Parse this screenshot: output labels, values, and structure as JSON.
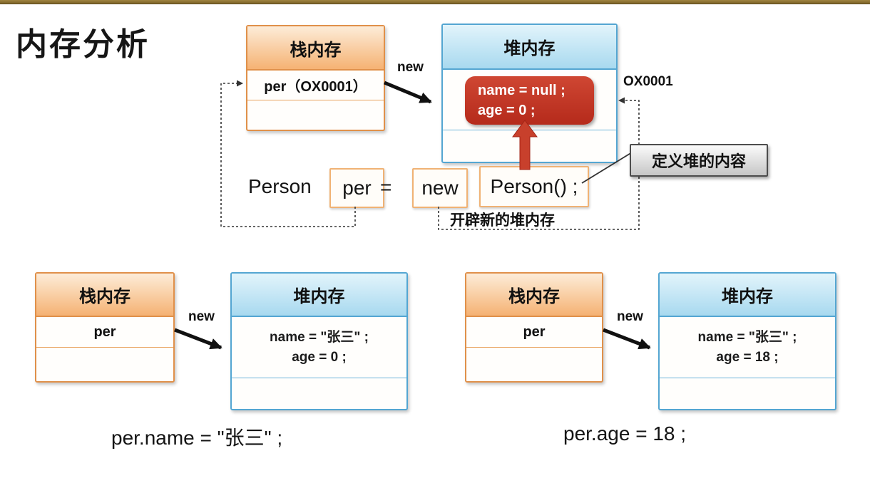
{
  "page": {
    "title": "内存分析"
  },
  "colors": {
    "topbar_gold": "#8d7334",
    "stack_border_orange": "#e0904a",
    "stack_header_orange": "#f5b273",
    "heap_border_blue": "#54a6d2",
    "heap_header_blue": "#a8d9ef",
    "object_red": "#c23a27",
    "callout_gray": "#d9d9d9",
    "arrow_black": "#111111"
  },
  "diagram_top": {
    "stack_title": "栈内存",
    "stack_row": "per（OX0001）",
    "new_label": "new",
    "heap_title": "堆内存",
    "object_line1": "name = null ;",
    "object_line2": "age = 0 ;",
    "address_label": "OX0001",
    "callout_label": "定义堆的内容",
    "note_label": "开辟新的堆内存",
    "code": {
      "type_text": "Person",
      "var_text": "per",
      "equals_text": "=",
      "new_text": "new",
      "ctor_text": "Person() ;"
    }
  },
  "diagram_bottom_left": {
    "stack_title": "栈内存",
    "stack_row": "per",
    "new_label": "new",
    "heap_title": "堆内存",
    "heap_line1": "name = \"张三\" ;",
    "heap_line2": "age = 0 ;",
    "code_text": "per.name = \"张三\" ;"
  },
  "diagram_bottom_right": {
    "stack_title": "栈内存",
    "stack_row": "per",
    "new_label": "new",
    "heap_title": "堆内存",
    "heap_line1": "name = \"张三\" ;",
    "heap_line2": "age = 18 ;",
    "code_text": "per.age = 18 ;"
  }
}
